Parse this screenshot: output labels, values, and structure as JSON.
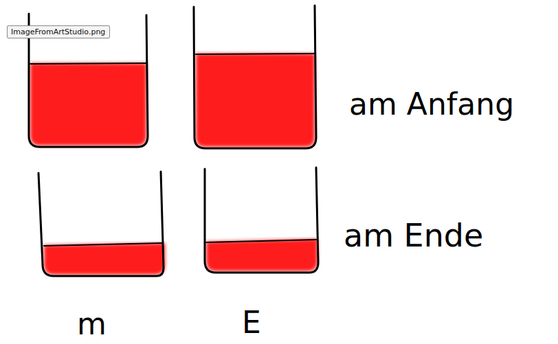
{
  "diagram": {
    "nodes": [
      {
        "text": [
          "ImageFromArtStudio.png"
        ]
      }
    ],
    "labels": [
      "am Anfang",
      "am Ende",
      "m",
      "E"
    ]
  }
}
